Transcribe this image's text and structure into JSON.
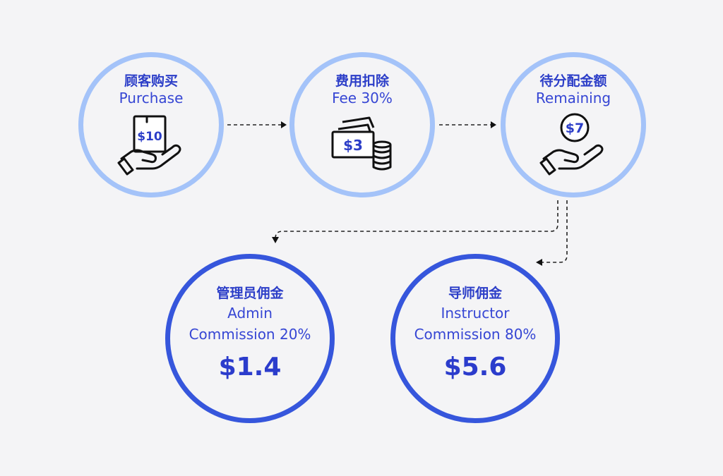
{
  "steps": [
    {
      "zh": "顾客购买",
      "en": "Purchase",
      "icon_value": "$10",
      "icon": "hand-receipt-icon"
    },
    {
      "zh": "费用扣除",
      "en": "Fee 30%",
      "icon_value": "$3",
      "icon": "cash-coins-icon"
    },
    {
      "zh": "待分配金额",
      "en": "Remaining",
      "icon_value": "$7",
      "icon": "hand-coin-icon"
    }
  ],
  "splits": [
    {
      "zh": "管理员佣金",
      "en_line1": "Admin",
      "en_line2": "Commission 20%",
      "amount": "$1.4"
    },
    {
      "zh": "导师佣金",
      "en_line1": "Instructor",
      "en_line2": "Commission 80%",
      "amount": "$5.6"
    }
  ],
  "colors": {
    "top_ring": "#a4c3f9",
    "bottom_ring": "#3656dc",
    "text_primary": "#2c3ec8",
    "background": "#f4f4f6"
  }
}
